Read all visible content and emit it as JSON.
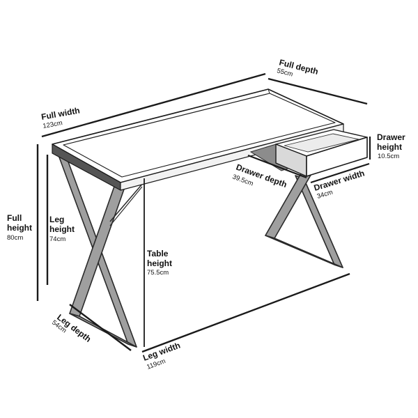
{
  "colors": {
    "line": "#1a1a1a",
    "surface": "#ffffff",
    "edge": "#444444",
    "frame": "#9f9f9f"
  },
  "dimensions": {
    "full_width": {
      "label": "Full width",
      "value": "123cm"
    },
    "full_depth": {
      "label": "Full depth",
      "value": "55cm"
    },
    "drawer_height": {
      "label_line1": "Drawer",
      "label_line2": "height",
      "value": "10.5cm"
    },
    "drawer_depth": {
      "label": "Drawer depth",
      "value": "39.5cm"
    },
    "drawer_width": {
      "label": "Drawer width",
      "value": "34cm"
    },
    "full_height": {
      "label_line1": "Full",
      "label_line2": "height",
      "value": "80cm"
    },
    "leg_height": {
      "label_line1": "Leg",
      "label_line2": "height",
      "value": "74cm"
    },
    "table_height": {
      "label_line1": "Table",
      "label_line2": "height",
      "value": "75.5cm"
    },
    "leg_depth": {
      "label": "Leg depth",
      "value": "54cm"
    },
    "leg_width": {
      "label": "Leg width",
      "value": "119cm"
    }
  }
}
